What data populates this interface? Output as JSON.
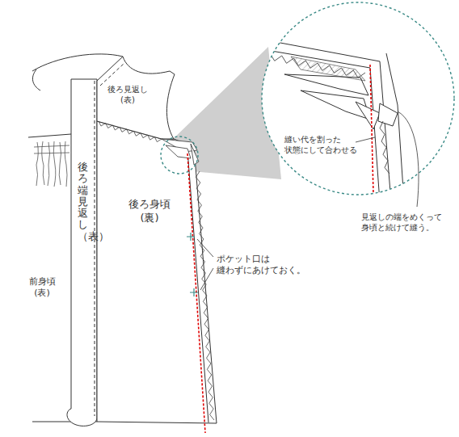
{
  "diagram": {
    "labels": [
      "後ろ見返し (表)",
      "後ろ端見返し（表）",
      "前身頃 (表)",
      "後ろ身頃 (裏)",
      "ポケット口は 縫わずにあけておく。",
      "縫い代を割った 状態にして合わせる",
      "見返しの端をめくって 身頃と続けて縫う。"
    ]
  }
}
